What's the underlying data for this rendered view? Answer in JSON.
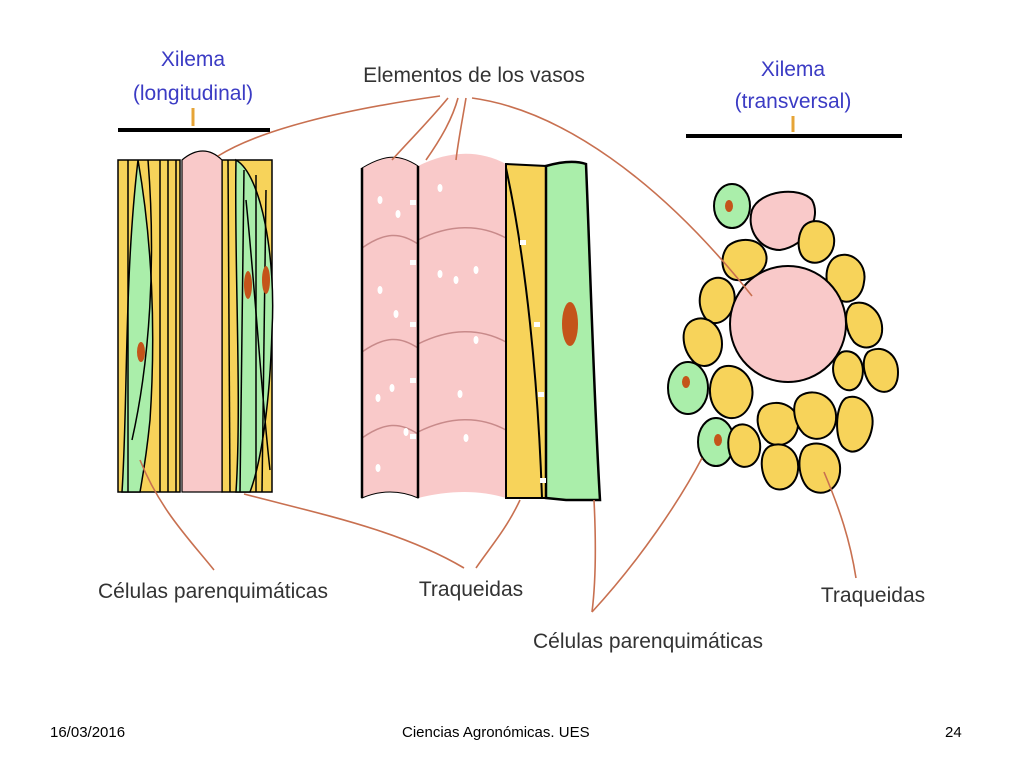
{
  "titles": {
    "longitudinal_line1": "Xilema",
    "longitudinal_line2": "(longitudinal)",
    "transversal_line1": "Xilema",
    "transversal_line2": "(transversal)"
  },
  "labels": {
    "vessel_elements": "Elementos de los vasos",
    "parenchyma_left": "Células parenquimáticas",
    "tracheids_center": "Traqueidas",
    "tracheids_right": "Traqueidas",
    "parenchyma_bottom": "Células parenquimáticas"
  },
  "footer": {
    "date": "16/03/2016",
    "source": "Ciencias Agronómicas. UES",
    "page": "24"
  },
  "colors": {
    "tracheid_yellow": "#f7d35a",
    "vessel_pink": "#f9c9c9",
    "parenchyma_green": "#aaeeaa",
    "nucleus": "#c4541a",
    "leader_line": "#c87050",
    "title_blue": "#3b3bc4",
    "title_tick": "#e6a437"
  }
}
